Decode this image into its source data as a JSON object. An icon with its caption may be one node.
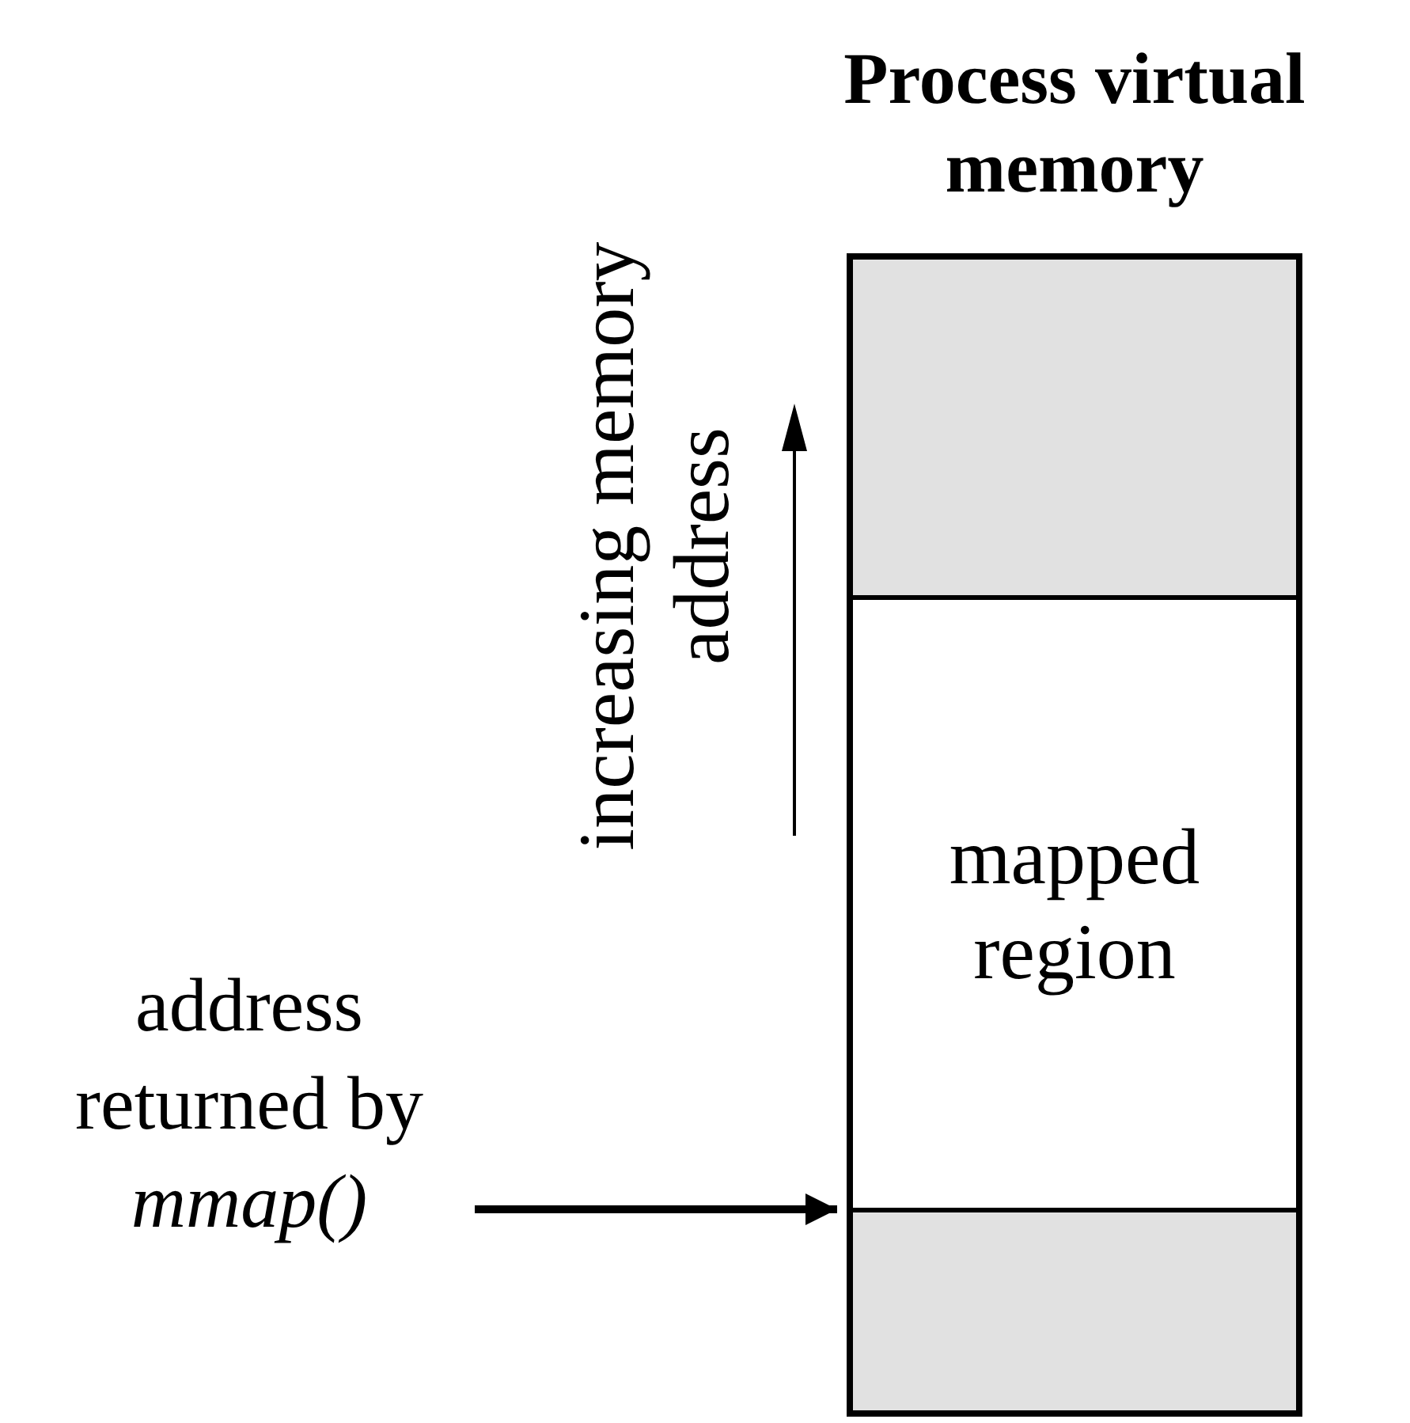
{
  "diagram": {
    "nodes": [
      {
        "text": [
          "Process virtual memory"
        ]
      },
      {
        "text": [],
        "shape": "box",
        "in": 0
      },
      {
        "text": [
          "mapped region"
        ],
        "in": 0
      },
      {
        "text": [],
        "shape": "box",
        "in": 0
      },
      {
        "text": [
          "address returned by *mmap()*"
        ]
      }
    ],
    "edges": [
      {
        "from": 4,
        "to": 2,
        "arrow": "to"
      }
    ],
    "labels": [
      "increasing memory address"
    ]
  }
}
